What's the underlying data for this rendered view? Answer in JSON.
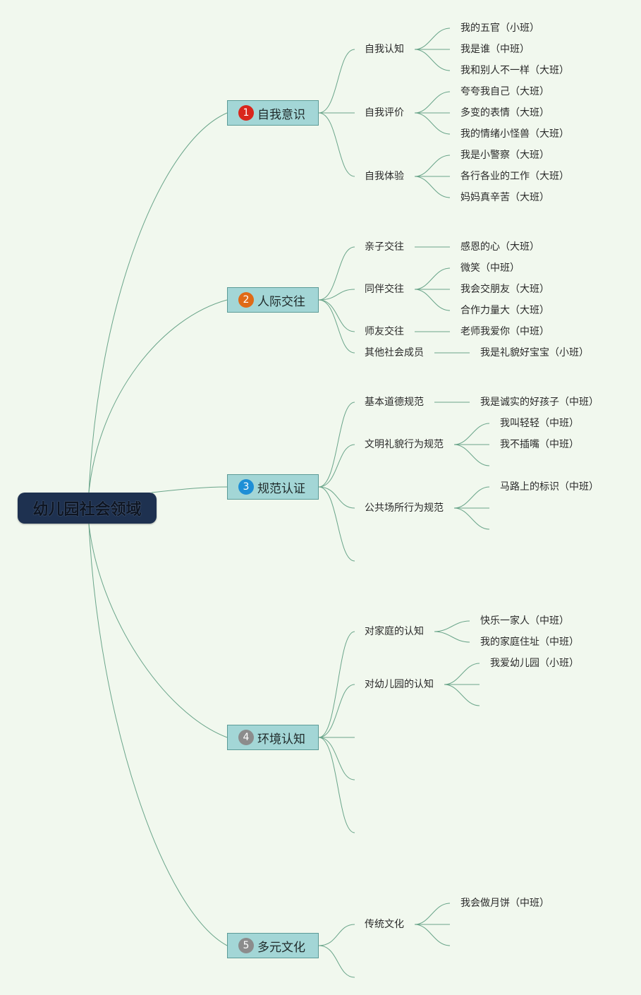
{
  "title": "幼儿园社会领域",
  "colors": {
    "background": "#f1f8ee",
    "line": "#6aa58a",
    "root": "#1e3150",
    "category": "#a3d6d6"
  },
  "categories": [
    {
      "number": "1",
      "label": "自我意识",
      "badge_color": "#d9261c",
      "subtopics": [
        {
          "label": "自我认知",
          "items": [
            "我的五官（小班）",
            "我是谁（中班）",
            "我和别人不一样（大班）"
          ]
        },
        {
          "label": "自我评价",
          "items": [
            "夸夸我自己（大班）",
            "多变的表情（大班）",
            "我的情绪小怪兽（大班）"
          ]
        },
        {
          "label": "自我体验",
          "items": [
            "我是小警察（大班）",
            "各行各业的工作（大班）",
            "妈妈真辛苦（大班）"
          ]
        }
      ]
    },
    {
      "number": "2",
      "label": "人际交往",
      "badge_color": "#e06a17",
      "subtopics": [
        {
          "label": "亲子交往",
          "items": [
            "感恩的心（大班）"
          ]
        },
        {
          "label": "同伴交往",
          "items": [
            "微笑（中班）",
            "我会交朋友（大班）",
            "合作力量大（大班）"
          ]
        },
        {
          "label": "师友交往",
          "items": [
            "老师我爱你（中班）"
          ]
        },
        {
          "label": "其他社会成员",
          "items": [
            "我是礼貌好宝宝（小班）"
          ]
        }
      ]
    },
    {
      "number": "3",
      "label": "规范认证",
      "badge_color": "#1e8fd6",
      "subtopics": [
        {
          "label": "基本道德规范",
          "items": [
            "我是诚实的好孩子（中班）"
          ]
        },
        {
          "label": "文明礼貌行为规范",
          "items": [
            "我叫轻轻（中班）",
            "我不插嘴（中班）"
          ]
        },
        {
          "label": "公共场所行为规范",
          "items": [
            "马路上的标识（中班）"
          ]
        }
      ]
    },
    {
      "number": "4",
      "label": "环境认知",
      "badge_color": "#8c8c8c",
      "subtopics": [
        {
          "label": "对家庭的认知",
          "items": [
            "快乐一家人（中班）",
            "我的家庭住址（中班）"
          ]
        },
        {
          "label": "对幼儿园的认知",
          "items": [
            "我爱幼儿园（小班）"
          ]
        }
      ]
    },
    {
      "number": "5",
      "label": "多元文化",
      "badge_color": "#8c8c8c",
      "subtopics": [
        {
          "label": "传统文化",
          "items": [
            "我会做月饼（中班）"
          ]
        }
      ]
    }
  ]
}
